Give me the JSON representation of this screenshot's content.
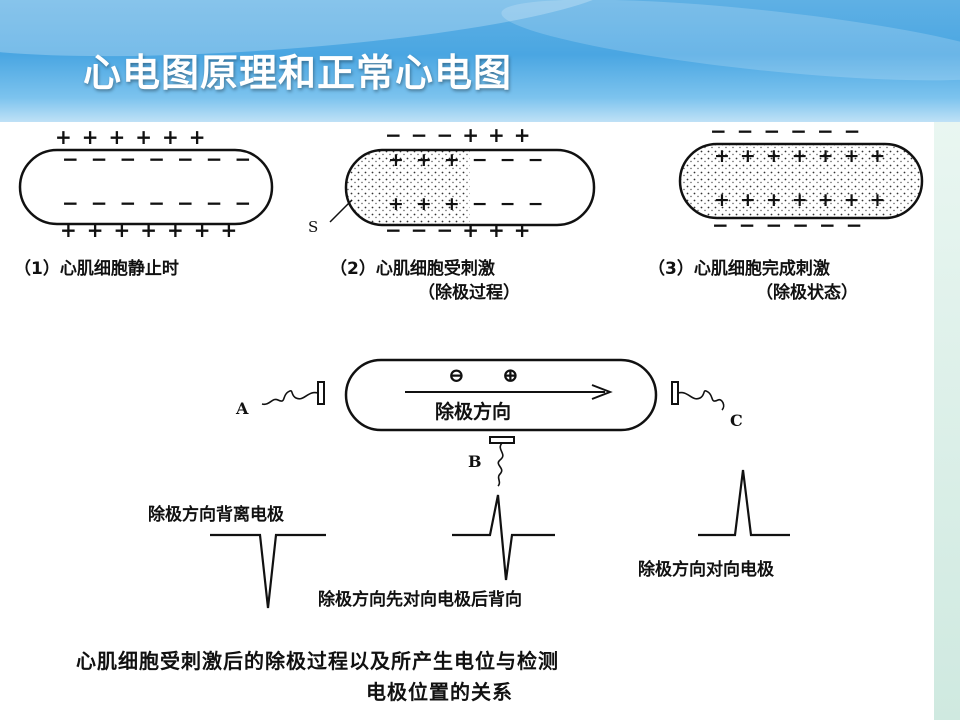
{
  "header": {
    "title": "心电图原理和正常心电图"
  },
  "cells": [
    {
      "num": "（1）",
      "text": "心肌细胞静止时",
      "sub": ""
    },
    {
      "num": "（2）",
      "text": "心肌细胞受刺激",
      "sub": "（除极过程）"
    },
    {
      "num": "（3）",
      "text": "心肌细胞完成刺激",
      "sub": "（除极状态）"
    }
  ],
  "cell2_marker": "S",
  "diagram": {
    "electrode_a": "A",
    "electrode_b": "B",
    "electrode_c": "C",
    "minus_symbol": "⊖",
    "plus_symbol": "⊕",
    "arrow_label": "除极方向",
    "wave_a_label": "除极方向背离电极",
    "wave_b_label": "除极方向先对向电极后背向",
    "wave_c_label": "除极方向对向电极"
  },
  "caption": {
    "line1": "心肌细胞受刺激后的除极过程以及所产生电位与检测",
    "line2": "电极位置的关系"
  }
}
